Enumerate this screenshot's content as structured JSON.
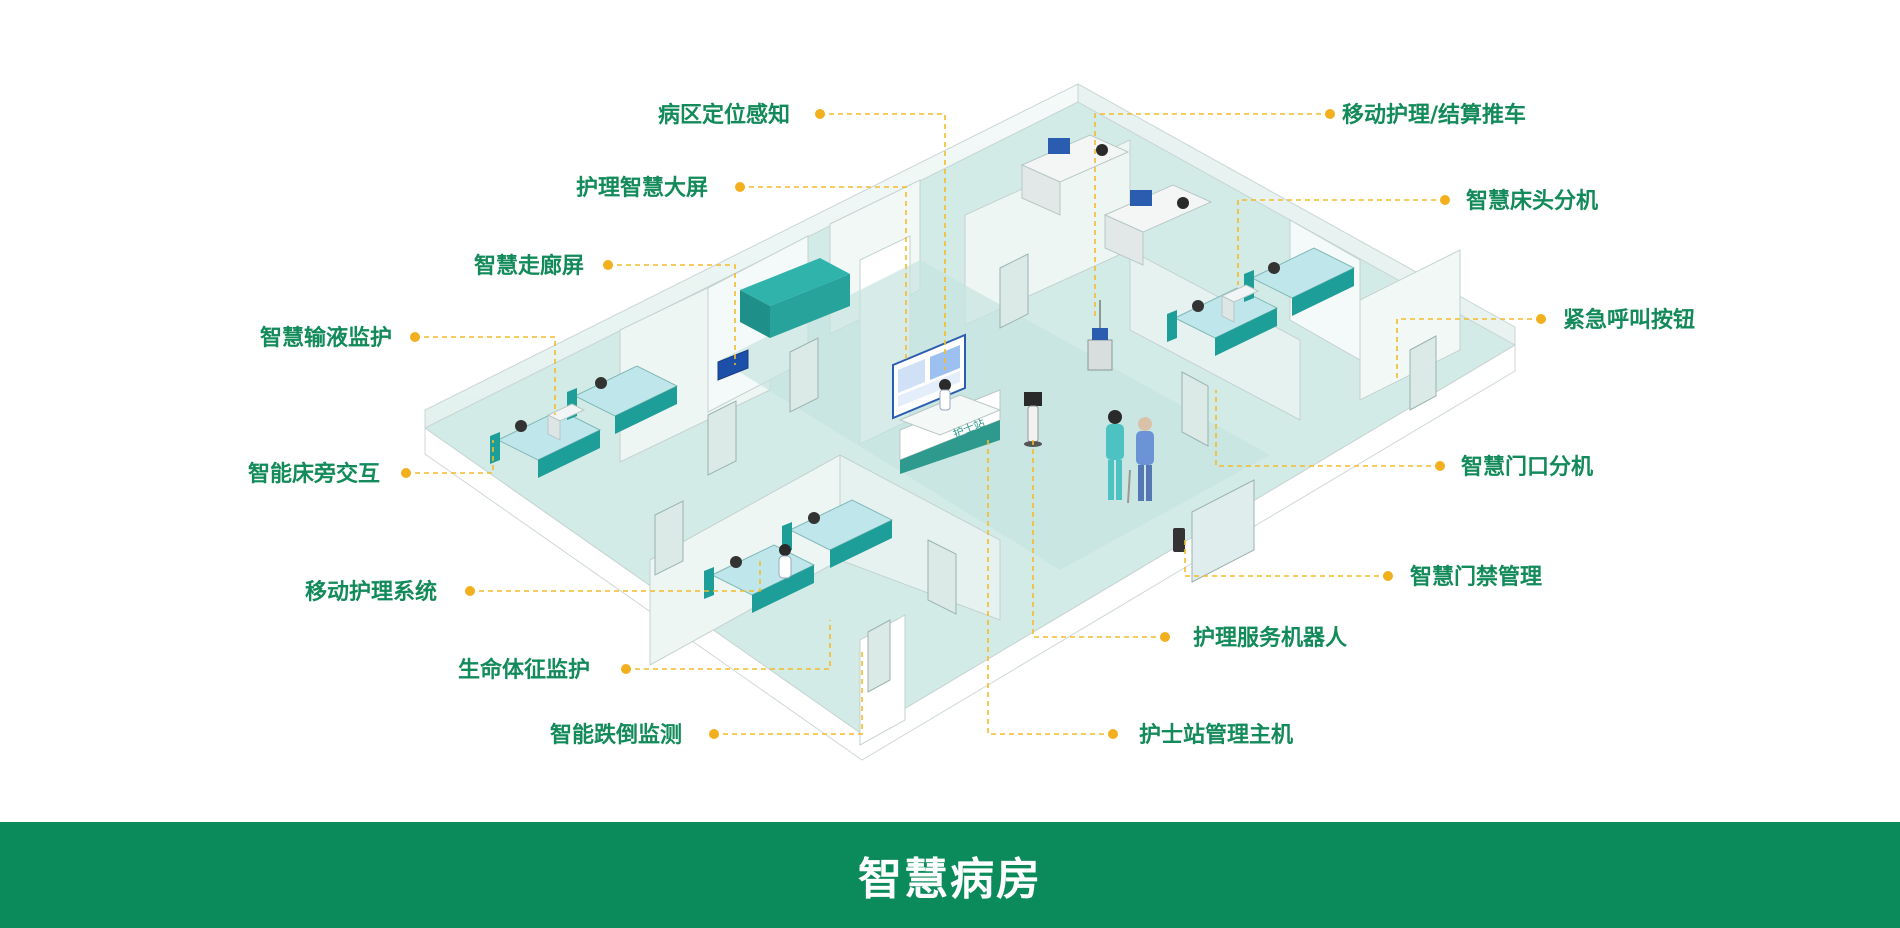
{
  "banner": {
    "title": "智慧病房"
  },
  "labels": {
    "area_positioning": "病区定位感知",
    "nursing_screen": "护理智慧大屏",
    "corridor_screen": "智慧走廊屏",
    "infusion_monitor": "智慧输液监护",
    "bedside_interaction": "智能床旁交互",
    "mobile_nursing_system": "移动护理系统",
    "vital_signs": "生命体征监护",
    "fall_detection": "智能跌倒监测",
    "mobile_cart": "移动护理/结算推车",
    "bedhead_extension": "智慧床头分机",
    "emergency_button": "紧急呼叫按钮",
    "door_extension": "智慧门口分机",
    "access_control": "智慧门禁管理",
    "service_robot": "护理服务机器人",
    "station_host": "护士站管理主机"
  },
  "scene": {
    "station_sign": "护士站"
  },
  "colors": {
    "accent_green": "#0b8a5b",
    "label_green": "#128a5a",
    "leader_orange": "#f2b01e",
    "bed_teal": "#1e9e98",
    "floor": "#d3ebe7",
    "wall": "#eef6f4"
  }
}
